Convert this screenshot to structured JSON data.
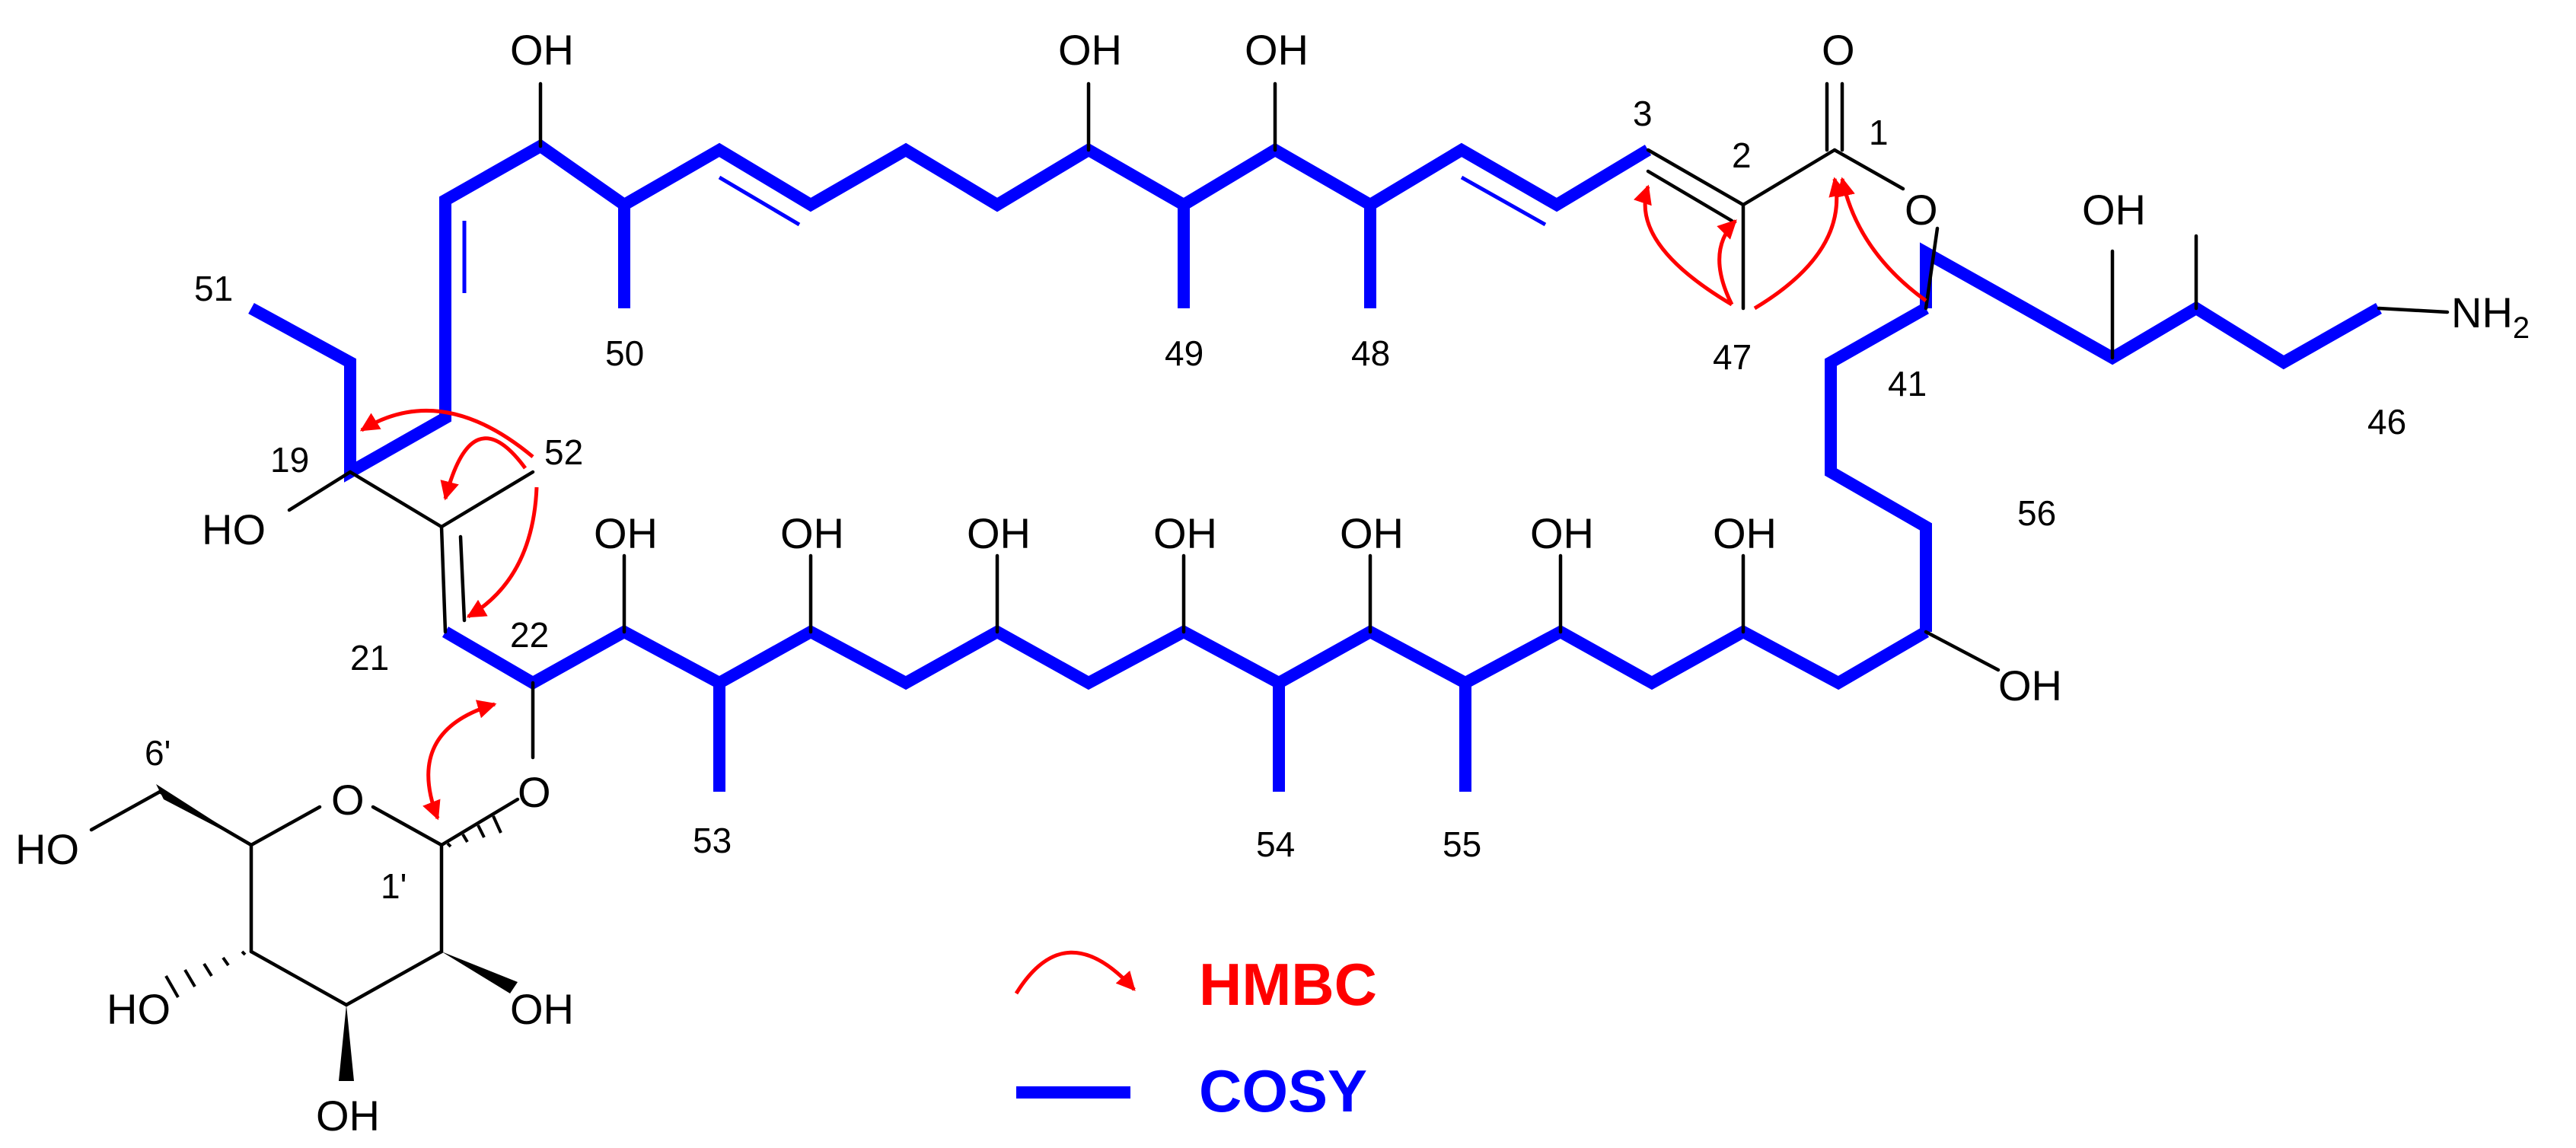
{
  "diagram": {
    "atom_labels": {
      "oh": "OH",
      "ho": "HO",
      "o": "O",
      "nh2_main": "NH",
      "nh2_sub": "2"
    },
    "atom_numbers": {
      "c1": "1",
      "c2": "2",
      "c3": "3",
      "c19": "19",
      "c21": "21",
      "c22": "22",
      "c41": "41",
      "c46": "46",
      "c47": "47",
      "c48": "48",
      "c49": "49",
      "c50": "50",
      "c51": "51",
      "c52": "52",
      "c53": "53",
      "c54": "54",
      "c55": "55",
      "c56": "56",
      "c1p": "1'",
      "c6p": "6'"
    },
    "legend": {
      "hmbc_label": "HMBC",
      "cosy_label": "COSY"
    },
    "colors": {
      "cosy": "#0000ff",
      "hmbc": "#ff0000",
      "bond": "#000000"
    }
  }
}
